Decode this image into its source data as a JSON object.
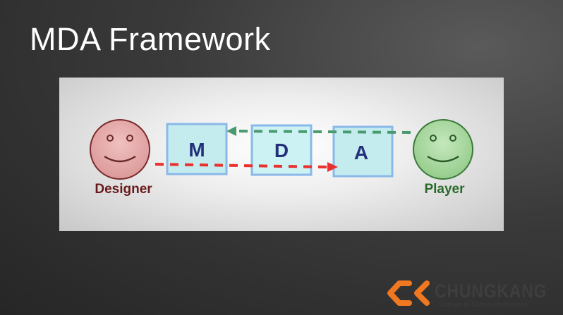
{
  "slide": {
    "title": "MDA Framework"
  },
  "diagram": {
    "boxes": [
      "M",
      "D",
      "A"
    ],
    "designer_label": "Designer",
    "player_label": "Player",
    "colors": {
      "designer": "#e8a8a8",
      "player": "#a8d8a0",
      "box": "#c4ecef",
      "forward_arrow": "#e8312f",
      "backward_arrow": "#4a9a70"
    }
  },
  "logo": {
    "name": "CHUNGKANG",
    "subtitle": "College of Cultural Industries",
    "color": "#f07820"
  }
}
